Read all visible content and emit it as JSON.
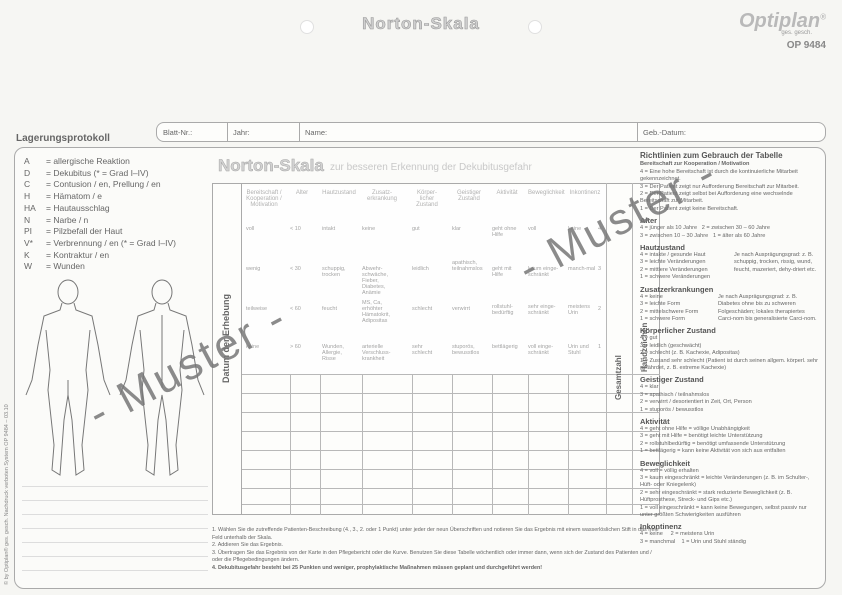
{
  "header": {
    "title": "Norton-Skala",
    "brand": "Optiplan",
    "brand_reg": "®",
    "brand_sub": "ges. gesch.",
    "product_code": "OP 9484"
  },
  "record_bar": {
    "section_label": "Lagerungsprotokoll",
    "fields": [
      "Blatt-Nr.:",
      "Jahr:",
      "Name:",
      "Geb.-Datum:"
    ]
  },
  "legend": [
    {
      "key": "A",
      "text": "= allergische Reaktion"
    },
    {
      "key": "D",
      "text": "= Dekubitus (* = Grad I–IV)"
    },
    {
      "key": "C",
      "text": "= Contusion / en, Prellung / en"
    },
    {
      "key": "H",
      "text": "= Hämatom / e"
    },
    {
      "key": "HA",
      "text": "= Hautausschlag"
    },
    {
      "key": "N",
      "text": "= Narbe / n"
    },
    {
      "key": "PI",
      "text": "= Pilzbefall der Haut"
    },
    {
      "key": "V*",
      "text": "= Verbrennung / en (* = Grad I–IV)"
    },
    {
      "key": "K",
      "text": "= Kontraktur / en"
    },
    {
      "key": "W",
      "text": "= Wunden"
    }
  ],
  "scale": {
    "title": "Norton-Skala",
    "subtitle": "zur besseren Erkennung der Dekubitusgefahr",
    "date_label": "Datum der Erhebung",
    "total_label": "Gesamtzahl",
    "signature_label": "Handzeichen",
    "columns": [
      "Bereitschaft / Kooperation / Motivation",
      "Alter",
      "Hautzustand",
      "Zusatz-erkrankung",
      "Körper-licher Zustand",
      "Geistiger Zustand",
      "Aktivität",
      "Beweglichkeit",
      "Inkontinenz"
    ],
    "rows": [
      {
        "score": "4",
        "cells": [
          "voll",
          "< 10",
          "intakt",
          "keine",
          "gut",
          "klar",
          "geht ohne Hilfe",
          "voll",
          "keine"
        ]
      },
      {
        "score": "3",
        "cells": [
          "wenig",
          "< 30",
          "schuppig, trocken",
          "Abwehr-schwäche, Fieber, Diabetes, Anämie",
          "leidlich",
          "apathisch, teilnahmslos",
          "geht mit Hilfe",
          "kaum einge-schränkt",
          "manch-mal"
        ]
      },
      {
        "score": "2",
        "cells": [
          "teilweise",
          "< 60",
          "feucht",
          "MS, Ca, erhöhter Hämatokrit, Adipositas",
          "schlecht",
          "verwirrt",
          "rollstuhl-bedürftig",
          "sehr einge-schränkt",
          "meistens Urin"
        ]
      },
      {
        "score": "1",
        "cells": [
          "keine",
          "> 60",
          "Wunden, Allergie, Risse",
          "arterielle Verschluss-krankheit",
          "sehr schlecht",
          "stuporös, bewusstlos",
          "bettlägerig",
          "voll einge-schränkt",
          "Urin und Stuhl"
        ]
      }
    ]
  },
  "instructions": [
    "1. Wählen Sie die zutreffende Patienten-Beschreibung (4., 3., 2. oder 1 Punkt) unter jeder der neun Überschriften und notieren Sie das Ergebnis mit einem wasserlöslichen Stift in das freie Feld unterhalb der Skala.",
    "2. Addieren Sie das Ergebnis.",
    "3. Übertragen Sie das Ergebnis von der Karte in den Pflegebericht oder die Kurve. Benutzen Sie diese Tabelle wöchentlich oder immer dann, wenn sich der Zustand des Patienten und / oder die Pflegebedingungen ändern.",
    "4. Dekubitusgefahr besteht bei 25 Punkten und weniger, prophylaktische Maßnahmen müssen geplant und durchgeführt werden!"
  ],
  "guidelines": {
    "title": "Richtlinien zum Gebrauch der Tabelle",
    "sections": [
      {
        "heading": "Bereitschaft zur Kooperation / Motivation",
        "items": [
          "4 = Eine hohe Bereitschaft ist durch die kontinuierliche Mitarbeit gekennzeichnet.",
          "3 = Der Patient zeigt nur Aufforderung Bereitschaft zur Mitarbeit.",
          "2 = Der Patient zeigt selbst bei Aufforderung eine wechselnde Bereitschaft zur Mitarbeit.",
          "1 = Der Patient zeigt keine Bereitschaft."
        ]
      },
      {
        "heading": "Alter",
        "items": [
          "4 = jünger als 10 Jahre",
          "2 = zwischen 30 – 60 Jahre",
          "3 = zwischen 10 – 30 Jahre",
          "1 = älter als 60 Jahre"
        ]
      },
      {
        "heading": "Hautzustand",
        "items": [
          "4 = intakte / gesunde Haut",
          "3 = leichte Veränderungen",
          "2 = mittlere Veränderungen",
          "1 = schwere Veränderungen",
          "Je nach Ausprägungsgrad: z. B. schuppig, trocken, rissig, wund, feucht, mazeriert, dehy-driert etc."
        ]
      },
      {
        "heading": "Zusatzerkrankungen",
        "items": [
          "4 = keine",
          "3 = leichte Form",
          "2 = mittelschwere Form",
          "1 = schwere Form",
          "Je nach Ausprägungsgrad: z. B. Diabetes ohne bis zu schweren Folgeschäden; lokales therapiertes Carci-nom bis generalisierte Carci-nom."
        ]
      },
      {
        "heading": "Körperlicher Zustand",
        "items": [
          "4 = gut",
          "3 = leidlich (geschwächt)",
          "2 = schlecht (z. B. Kachexie, Adipositas)",
          "1 = Zustand sehr schlecht (Patient ist durch seinen allgem. körperl. sehr gefährdet, z. B. extreme Kachexie)"
        ]
      },
      {
        "heading": "Geistiger Zustand",
        "items": [
          "4 = klar",
          "3 = apathisch / teilnahmslos",
          "2 = verwirrt / desorientiert in Zeit, Ort, Person",
          "1 = stuporös / bewusstlos"
        ]
      },
      {
        "heading": "Aktivität",
        "items": [
          "4 = geht ohne Hilfe = völlige Unabhängigkeit",
          "3 = geht mit Hilfe = benötigt leichte Unterstützung",
          "2 = rollstuhlbedürftig = benötigt umfassende Unterstützung",
          "1 = bettlägerig = kann keine Aktivität von sich aus entfalten"
        ]
      },
      {
        "heading": "Beweglichkeit",
        "items": [
          "4 = voll = völlig erhalten",
          "3 = kaum eingeschränkt = leichte Veränderungen (z. B. im Schulter-, Hüft- oder Kniegelenk)",
          "2 = sehr eingeschränkt = stark reduzierte Beweglichkeit (z. B. Hüftprosthese, Streck- und Gips etc.)",
          "1 = voll eingeschränkt = kann keine Bewegungen, selbst passiv nur unter größten Schwierigkeiten ausführen"
        ]
      },
      {
        "heading": "Inkontinenz",
        "items": [
          "4 = keine",
          "2 = meistens Urin",
          "3 = manchmal",
          "1 = Urin und Stuhl ständig"
        ]
      }
    ]
  },
  "watermark": [
    "- Muster -",
    "- Muster -",
    "- Muster -"
  ],
  "copyright": "© by Optiplan® ges. gesch. Nachdruck verboten System OP 9484 – 03.10"
}
